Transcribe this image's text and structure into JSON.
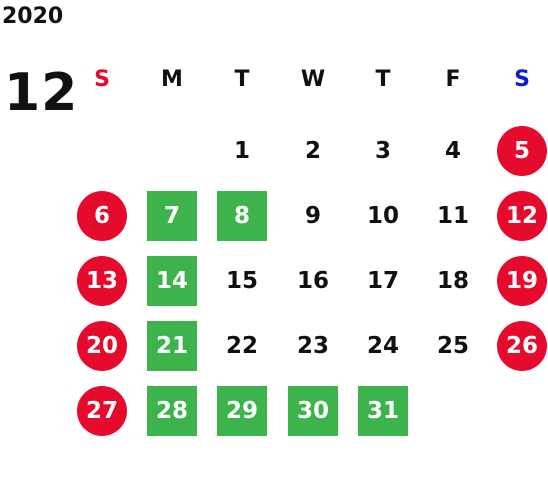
{
  "year": "2020",
  "month": "12",
  "weekdays": [
    {
      "label": "S",
      "color": "#e60a2d"
    },
    {
      "label": "M",
      "color": "#111111"
    },
    {
      "label": "T",
      "color": "#111111"
    },
    {
      "label": "W",
      "color": "#111111"
    },
    {
      "label": "T",
      "color": "#111111"
    },
    {
      "label": "F",
      "color": "#111111"
    },
    {
      "label": "S",
      "color": "#0a1ed2"
    }
  ],
  "colors": {
    "holiday_circle": "#e60a2d",
    "green_square": "#3cb44b",
    "text": "#111111"
  },
  "days": [
    {
      "n": "1",
      "col": 2,
      "row": 0,
      "style": "plain"
    },
    {
      "n": "2",
      "col": 3,
      "row": 0,
      "style": "plain"
    },
    {
      "n": "3",
      "col": 4,
      "row": 0,
      "style": "plain"
    },
    {
      "n": "4",
      "col": 5,
      "row": 0,
      "style": "plain"
    },
    {
      "n": "5",
      "col": 6,
      "row": 0,
      "style": "sun"
    },
    {
      "n": "6",
      "col": 0,
      "row": 1,
      "style": "sun"
    },
    {
      "n": "7",
      "col": 1,
      "row": 1,
      "style": "green"
    },
    {
      "n": "8",
      "col": 2,
      "row": 1,
      "style": "green"
    },
    {
      "n": "9",
      "col": 3,
      "row": 1,
      "style": "plain"
    },
    {
      "n": "10",
      "col": 4,
      "row": 1,
      "style": "plain"
    },
    {
      "n": "11",
      "col": 5,
      "row": 1,
      "style": "plain"
    },
    {
      "n": "12",
      "col": 6,
      "row": 1,
      "style": "sun"
    },
    {
      "n": "13",
      "col": 0,
      "row": 2,
      "style": "sun"
    },
    {
      "n": "14",
      "col": 1,
      "row": 2,
      "style": "green"
    },
    {
      "n": "15",
      "col": 2,
      "row": 2,
      "style": "plain"
    },
    {
      "n": "16",
      "col": 3,
      "row": 2,
      "style": "plain"
    },
    {
      "n": "17",
      "col": 4,
      "row": 2,
      "style": "plain"
    },
    {
      "n": "18",
      "col": 5,
      "row": 2,
      "style": "plain"
    },
    {
      "n": "19",
      "col": 6,
      "row": 2,
      "style": "sun"
    },
    {
      "n": "20",
      "col": 0,
      "row": 3,
      "style": "sun"
    },
    {
      "n": "21",
      "col": 1,
      "row": 3,
      "style": "green"
    },
    {
      "n": "22",
      "col": 2,
      "row": 3,
      "style": "plain"
    },
    {
      "n": "23",
      "col": 3,
      "row": 3,
      "style": "plain"
    },
    {
      "n": "24",
      "col": 4,
      "row": 3,
      "style": "plain"
    },
    {
      "n": "25",
      "col": 5,
      "row": 3,
      "style": "plain"
    },
    {
      "n": "26",
      "col": 6,
      "row": 3,
      "style": "sun"
    },
    {
      "n": "27",
      "col": 0,
      "row": 4,
      "style": "sun"
    },
    {
      "n": "28",
      "col": 1,
      "row": 4,
      "style": "green"
    },
    {
      "n": "29",
      "col": 2,
      "row": 4,
      "style": "green"
    },
    {
      "n": "30",
      "col": 3,
      "row": 4,
      "style": "green"
    },
    {
      "n": "31",
      "col": 4,
      "row": 4,
      "style": "green"
    }
  ]
}
